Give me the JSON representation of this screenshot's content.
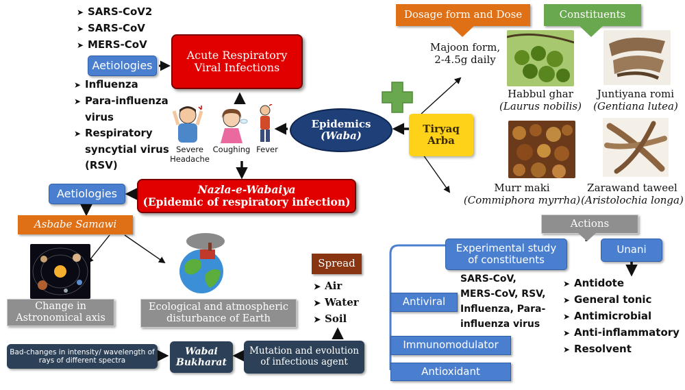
{
  "acute_box": {
    "line1": "Acute Respiratory",
    "line2": "Viral Infections"
  },
  "aetiologies_top": {
    "label": "Aetiologies",
    "items_above": [
      "SARS-CoV2",
      "SARS-CoV",
      "MERS-CoV"
    ],
    "items_below": [
      "Influenza",
      "Para-influenza",
      "virus",
      "Respiratory",
      "syncytial virus",
      "(RSV)"
    ]
  },
  "symptoms": {
    "headache_line1": "Severe",
    "headache_line2": "Headache",
    "coughing": "Coughing",
    "fever": "Fever"
  },
  "epidemics": {
    "line1": "Epidemics",
    "line2": "(Waba)"
  },
  "nazla": {
    "line1": "Nazla-e-Wabaiya",
    "line2": "(Epidemic of respiratory infection)"
  },
  "aetiologies_bottom": {
    "label": "Aetiologies",
    "asbabe": "Asbabe Samawi"
  },
  "causes": {
    "astro_line1": "Change in",
    "astro_line2": "Astronomical axis",
    "eco_line1": "Ecological and atmospheric",
    "eco_line2": "disturbance of Earth",
    "bad_line1": "Bad-changes in intensity/ wavelength of",
    "bad_line2": "rays of different spectra",
    "wabai_line1": "Wabai",
    "wabai_line2": "Bukharat",
    "mut_line1": "Mutation and evolution",
    "mut_line2": "of infectious agent"
  },
  "spread": {
    "label": "Spread",
    "items": [
      "Air",
      "Water",
      "Soil"
    ]
  },
  "dosage": {
    "label": "Dosage form and Dose",
    "line1": "Majoon form,",
    "line2": "2-4.5g daily"
  },
  "constituents_label": "Constituents",
  "tiryaq": {
    "line1": "Tiryaq",
    "line2": "Arba"
  },
  "herbs": {
    "habbul": {
      "name": "Habbul ghar",
      "latin": "(Laurus nobilis)"
    },
    "juntiyana": {
      "name": "Juntiyana romi",
      "latin": "(Gentiana lutea)"
    },
    "murr": {
      "name": "Murr maki",
      "latin": "(Commiphora myrrha)"
    },
    "zarawand": {
      "name": "Zarawand taweel",
      "latin": "(Aristolochia longa)"
    }
  },
  "actions": {
    "label": "Actions",
    "experimental_line1": "Experimental study",
    "experimental_line2": "of constituents",
    "unani": "Unani",
    "antiviral": "Antiviral",
    "immunomodulator": "Immunomodulator",
    "antioxidant": "Antioxidant",
    "antiviral_targets": [
      "SARS-CoV,",
      "MERS-CoV, RSV,",
      "Influenza, Para-",
      "influenza virus"
    ],
    "unani_items": [
      "Antidote",
      "General tonic",
      "Antimicrobial",
      "Anti-inflammatory",
      "Resolvent"
    ]
  },
  "colors": {
    "blue": "#4a7fd0",
    "red": "#e00000",
    "orange": "#e07016",
    "grey": "#8f8f8f",
    "navy": "#2c4057",
    "green": "#6aa84f",
    "yellow": "#ffd21a"
  }
}
